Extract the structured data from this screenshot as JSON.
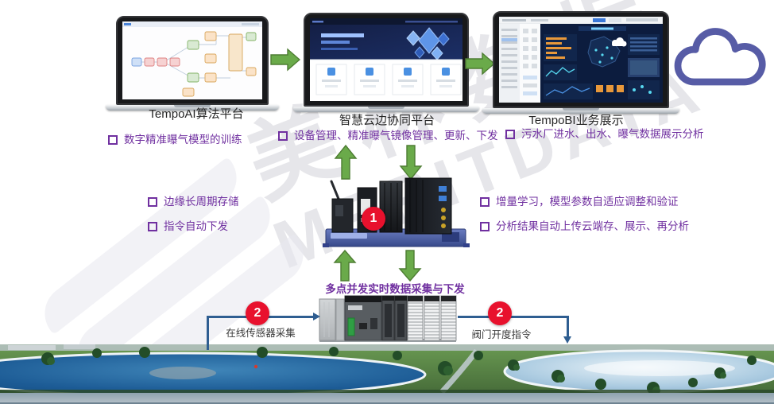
{
  "watermark": {
    "cn": "美林数据",
    "en": "MERITDATA"
  },
  "platforms": [
    {
      "label": "TempoAI算法平台",
      "bullets": [
        "数字精准曝气模型的训练"
      ]
    },
    {
      "label": "智慧云边协同平台",
      "bullets": [
        "设备管理、精准曝气镜像管理、更新、下发"
      ]
    },
    {
      "label": "TempoBI业务展示",
      "bullets": [
        "污水厂进水、出水、曝气数据展示分析"
      ]
    }
  ],
  "edge": {
    "left_bullets": [
      "边缘长周期存储",
      "指令自动下发"
    ],
    "right_bullets": [
      "增量学习，模型参数自适应调整和验证",
      "分析结果自动上传云端存、展示、再分析"
    ],
    "caption": "多点并发实时数据采集与下发",
    "badge": "1"
  },
  "field": {
    "sensor_badge": "2",
    "sensor_label": "在线传感器采集",
    "valve_badge": "2",
    "valve_label": "阀门开度指令"
  },
  "colors": {
    "accent_purple": "#7030a0",
    "arrow_green": "#6aaa4a",
    "badge_red": "#e8112d",
    "line_blue": "#2f5e91",
    "cloud_purple": "#575ca6"
  }
}
